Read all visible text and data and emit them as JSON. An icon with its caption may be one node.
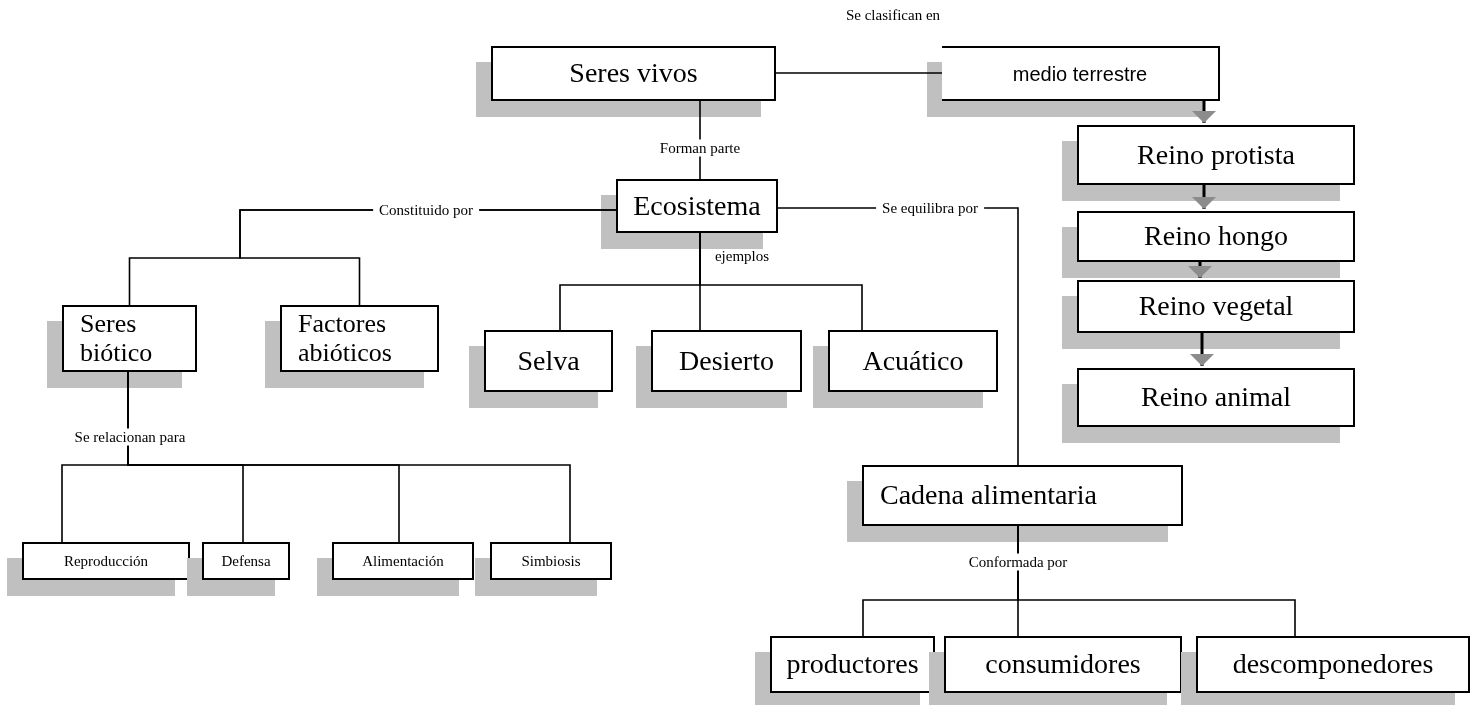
{
  "diagram": {
    "nodes": [
      {
        "text": [
          "Seres vivos"
        ]
      },
      {
        "text": [
          "medio terrestre"
        ]
      },
      {
        "text": [
          "Reino protista"
        ]
      },
      {
        "text": [
          "Reino hongo"
        ]
      },
      {
        "text": [
          "Reino vegetal"
        ]
      },
      {
        "text": [
          "Reino animal"
        ]
      },
      {
        "text": [
          "Ecosistema"
        ]
      },
      {
        "text": [
          "Seres biótico"
        ]
      },
      {
        "text": [
          "Factores abióticos"
        ]
      },
      {
        "text": [
          "Selva"
        ]
      },
      {
        "text": [
          "Desierto"
        ]
      },
      {
        "text": [
          "Acuático"
        ]
      },
      {
        "text": [
          "Reproducción"
        ]
      },
      {
        "text": [
          "Defensa"
        ]
      },
      {
        "text": [
          "Alimentación"
        ]
      },
      {
        "text": [
          "Simbiosis"
        ]
      },
      {
        "text": [
          "Cadena alimentaria"
        ]
      },
      {
        "text": [
          "productores"
        ]
      },
      {
        "text": [
          "consumidores"
        ]
      },
      {
        "text": [
          "descomponedores"
        ]
      }
    ],
    "edges": [
      {
        "from": 0,
        "to": 1,
        "arrow": "none",
        "label": "Se clasifican en"
      },
      {
        "from": 1,
        "to": 2,
        "arrow": "to"
      },
      {
        "from": 2,
        "to": 3,
        "arrow": "to"
      },
      {
        "from": 3,
        "to": 4,
        "arrow": "to"
      },
      {
        "from": 4,
        "to": 5,
        "arrow": "to"
      },
      {
        "from": 0,
        "to": 6,
        "arrow": "none",
        "label": "Forman parte"
      },
      {
        "from": 6,
        "to": 7,
        "arrow": "none",
        "label": "Constituido por"
      },
      {
        "from": 6,
        "to": 8,
        "arrow": "none"
      },
      {
        "from": 6,
        "to": 9,
        "arrow": "none",
        "label": "ejemplos"
      },
      {
        "from": 6,
        "to": 10,
        "arrow": "none"
      },
      {
        "from": 6,
        "to": 11,
        "arrow": "none"
      },
      {
        "from": 6,
        "to": 16,
        "arrow": "none",
        "label": "Se equilibra por"
      },
      {
        "from": 7,
        "to": 12,
        "arrow": "none",
        "label": "Se relacionan para"
      },
      {
        "from": 7,
        "to": 13,
        "arrow": "none"
      },
      {
        "from": 7,
        "to": 14,
        "arrow": "none"
      },
      {
        "from": 7,
        "to": 15,
        "arrow": "none"
      },
      {
        "from": 16,
        "to": 17,
        "arrow": "none",
        "label": "Conformada por"
      },
      {
        "from": 16,
        "to": 18,
        "arrow": "none"
      },
      {
        "from": 16,
        "to": 19,
        "arrow": "none"
      }
    ]
  }
}
